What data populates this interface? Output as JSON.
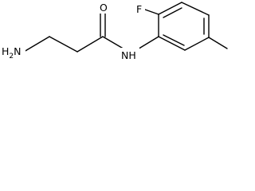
{
  "molecule": {
    "atoms": {
      "amine_label": "H2N",
      "amine_main": "H",
      "amine_sub": "2",
      "amine_tail": "N",
      "carbonyl_oxygen": "O",
      "amide_nh": "NH",
      "fluorine": "F"
    },
    "colors": {
      "bond": "#000000",
      "text": "#000000",
      "background": "#ffffff"
    }
  }
}
